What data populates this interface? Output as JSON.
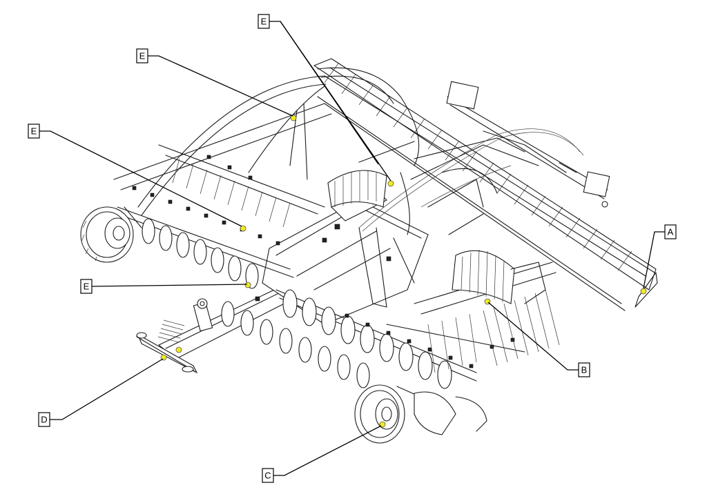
{
  "figure": {
    "callouts": [
      {
        "id": "e-top-center",
        "label": "E"
      },
      {
        "id": "e-top-left",
        "label": "E"
      },
      {
        "id": "e-mid-left",
        "label": "E"
      },
      {
        "id": "e-lower-left",
        "label": "E"
      },
      {
        "id": "a-right",
        "label": "A"
      },
      {
        "id": "b-right",
        "label": "B"
      },
      {
        "id": "c-bottom",
        "label": "C"
      },
      {
        "id": "d-left",
        "label": "D"
      }
    ]
  },
  "colors": {
    "grease_point": "#f2ea1f",
    "line_art": "#1a1a1a",
    "background": "#ffffff"
  }
}
